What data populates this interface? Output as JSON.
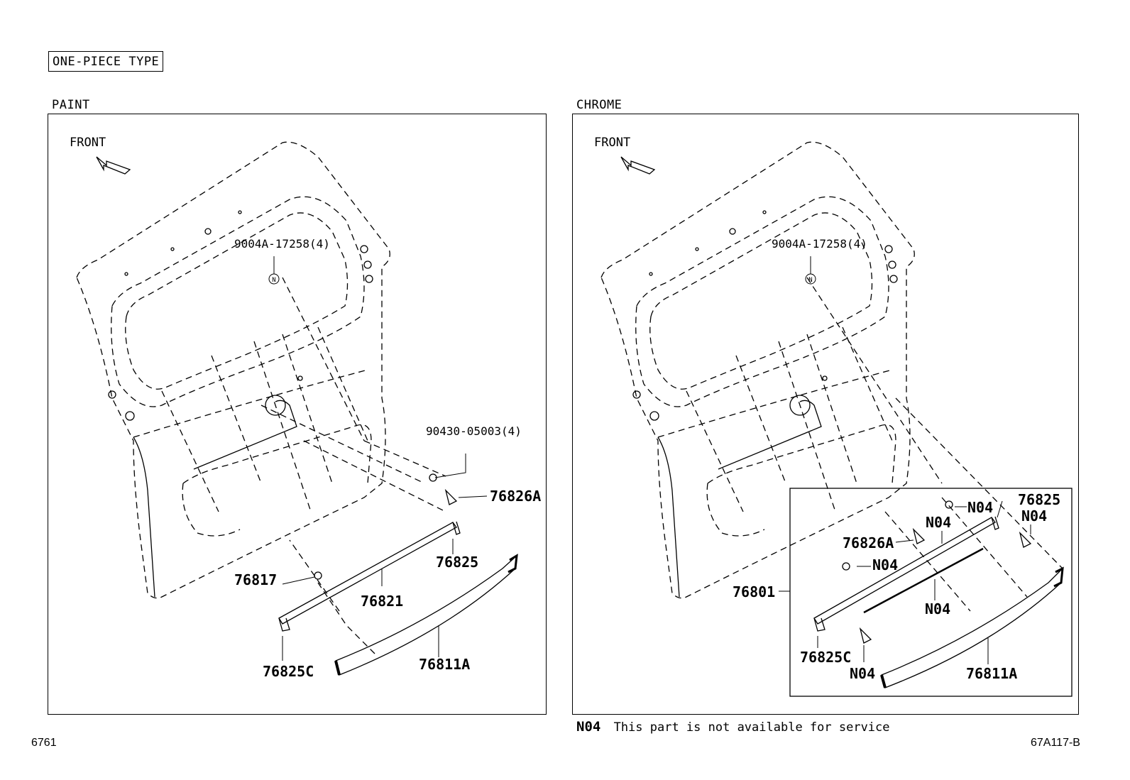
{
  "header": {
    "type_label": "ONE-PIECE TYPE"
  },
  "sections": {
    "left": {
      "title": "PAINT",
      "front": "FRONT",
      "callouts": {
        "bolt_top": "9004A-17258(4)",
        "clip_right": "90430-05003(4)",
        "p76826a": "76826A",
        "p76825": "76825",
        "p76817": "76817",
        "p76821": "76821",
        "p76825c": "76825C",
        "p76811a": "76811A"
      }
    },
    "right": {
      "title": "CHROME",
      "front": "FRONT",
      "callouts": {
        "bolt_top": "9004A-17258(4)",
        "p76801": "76801",
        "p76825": "76825",
        "p76826a": "76826A",
        "p76825c": "76825C",
        "p76811a": "76811A",
        "n04": "N04"
      }
    }
  },
  "footer": {
    "note_code": "N04",
    "note_text": "This part is not available for service",
    "page_left": "6761",
    "page_right": "67A117-B"
  }
}
